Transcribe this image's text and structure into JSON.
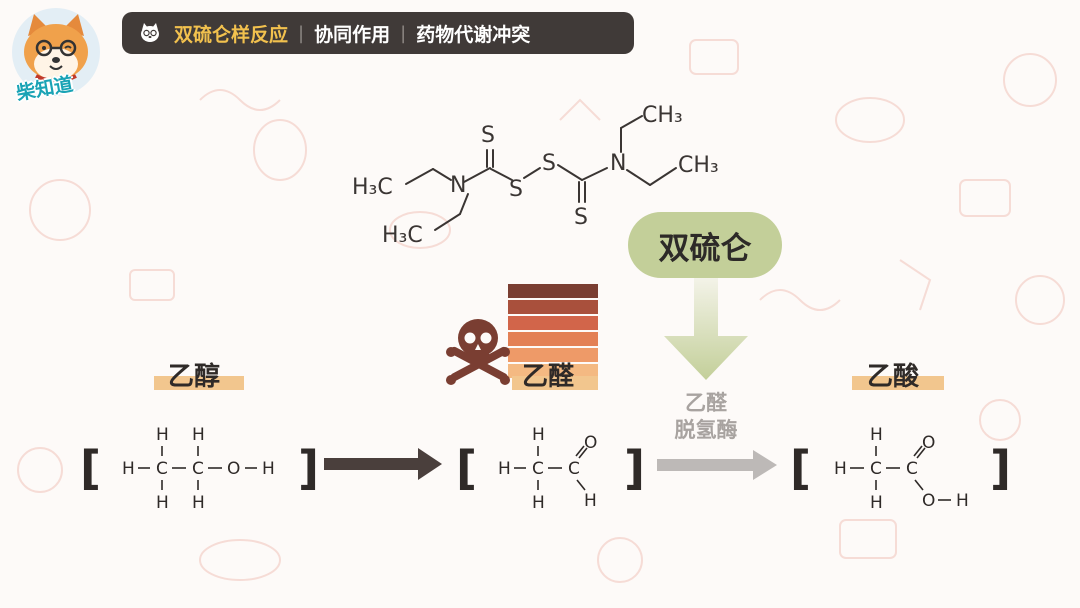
{
  "brand": {
    "logo_text": "柴知道"
  },
  "header": {
    "topic": "双硫仑样反应",
    "item2": "协同作用",
    "item3": "药物代谢冲突",
    "separator": "|"
  },
  "molecule": {
    "name_badge": "双硫仑",
    "atoms": {
      "h3c_top": "H₃C",
      "h3c_bottom": "H₃C",
      "ch3_top": "CH₃",
      "ch3_right": "CH₃",
      "n": "N",
      "s": "S"
    }
  },
  "pathway": {
    "ethanol_label": "乙醇",
    "acetaldehyde_label": "乙醛",
    "acetic_acid_label": "乙酸",
    "enzyme_label": "乙醛脱氢酶",
    "enzyme_line1": "乙醛",
    "enzyme_line2": "脱氢酶"
  },
  "structure_text": {
    "H": "H",
    "C": "C",
    "O": "O",
    "bracket_open": "[",
    "bracket_close": "]",
    "oh": "O – H",
    "dash": "–"
  },
  "colors": {
    "header_bg": "#403a38",
    "topic": "#f2c14e",
    "badge_green": "#c3cf99",
    "highlight": "#f2c68e",
    "toxic_brown": "#7a3e32",
    "arrow_dark": "#4a3f3c",
    "arrow_grey": "#bdb9b7"
  },
  "icons": [
    "shiba-logo-icon",
    "shiba-head-icon",
    "skull-crossbones-icon",
    "right-arrow-icon",
    "down-arrow-icon"
  ]
}
